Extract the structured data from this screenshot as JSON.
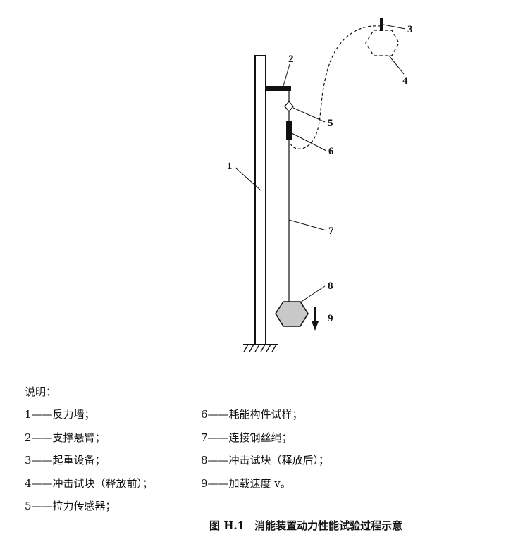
{
  "figure": {
    "callouts": [
      "1",
      "2",
      "3",
      "4",
      "5",
      "6",
      "7",
      "8",
      "9"
    ],
    "components": {
      "reaction_wall": "reaction-wall",
      "support_arm": "support-cantilever",
      "lifting_device": "lifting-device",
      "block_before": "impact-block-before-release",
      "force_sensor": "force-sensor-diamond",
      "specimen": "energy-dissipating-specimen",
      "rope": "steel-wire-rope",
      "block_after": "impact-block-after-release",
      "arrow": "loading-direction-arrow"
    },
    "colors": {
      "ink": "#111111",
      "block_fill": "#c8c8c8"
    }
  },
  "legend": {
    "title": "说明：",
    "items": [
      "1——反力墙；",
      "2——支撑悬臂；",
      "3——起重设备；",
      "4——冲击试块（释放前）；",
      "5——拉力传感器；",
      "6——耗能构件试样；",
      "7——连接钢丝绳；",
      "8——冲击试块（释放后）；",
      "9——加载速度 v。"
    ]
  },
  "caption": {
    "label": "图 H.1",
    "text": "消能装置动力性能试验过程示意"
  }
}
